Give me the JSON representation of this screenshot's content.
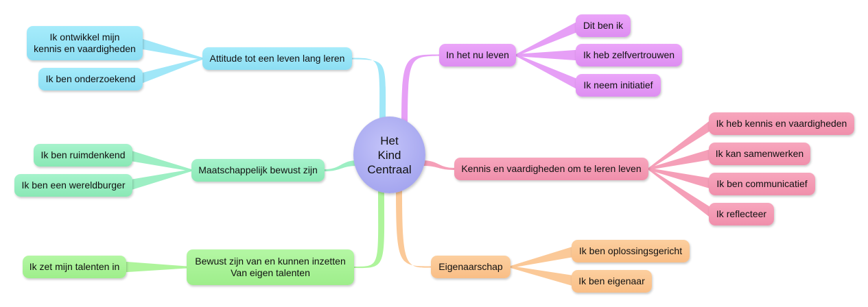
{
  "center": {
    "lines": [
      "Het",
      "Kind",
      "Centraal"
    ],
    "color": "#b3b4f5"
  },
  "colors": {
    "cyan": "#9be6f8",
    "green": "#98eec1",
    "lime": "#aaf396",
    "violet": "#e59af6",
    "pink": "#f49ab4",
    "orange": "#fbc692"
  },
  "branches": [
    {
      "label": "Attitude tot een leven lang leren",
      "color": "cyan",
      "children": [
        {
          "label": "Ik ontwikkel mijn\nkennis en vaardigheden"
        },
        {
          "label": "Ik ben onderzoekend"
        }
      ]
    },
    {
      "label": "Maatschappelijk bewust zijn",
      "color": "green",
      "children": [
        {
          "label": "Ik ben ruimdenkend"
        },
        {
          "label": "Ik ben een wereldburger"
        }
      ]
    },
    {
      "label": "Bewust zijn van en kunnen inzetten\nVan eigen talenten",
      "color": "lime",
      "children": [
        {
          "label": "Ik zet mijn talenten in"
        }
      ]
    },
    {
      "label": "In het nu leven",
      "color": "violet",
      "children": [
        {
          "label": "Dit ben ik"
        },
        {
          "label": "Ik heb zelfvertrouwen"
        },
        {
          "label": "Ik neem initiatief"
        }
      ]
    },
    {
      "label": "Kennis en vaardigheden om te leren leven",
      "color": "pink",
      "children": [
        {
          "label": "Ik heb kennis en vaardigheden"
        },
        {
          "label": "Ik kan samenwerken"
        },
        {
          "label": "Ik ben communicatief"
        },
        {
          "label": "Ik reflecteer"
        }
      ]
    },
    {
      "label": "Eigenaarschap",
      "color": "orange",
      "children": [
        {
          "label": "Ik ben oplossingsgericht"
        },
        {
          "label": "Ik ben eigenaar"
        }
      ]
    }
  ]
}
